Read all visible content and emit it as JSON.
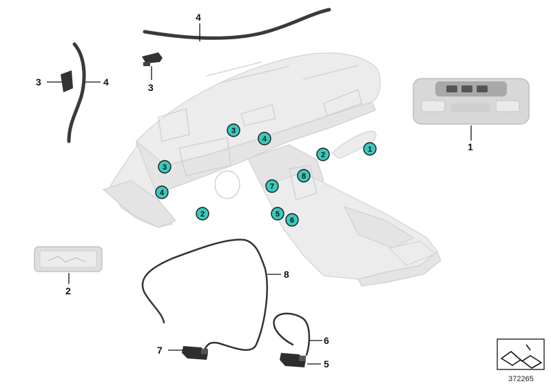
{
  "callouts": {
    "part1": "1",
    "part2": "2",
    "part3_left": "3",
    "part3_center": "3",
    "part4_left": "4",
    "part4_top": "4",
    "part5": "5",
    "part6": "6",
    "part7": "7",
    "part8": "8"
  },
  "markers": {
    "m1": "1",
    "m2_a": "2",
    "m2_b": "2",
    "m3_a": "3",
    "m3_b": "3",
    "m4_a": "4",
    "m4_b": "4",
    "m5": "5",
    "m6": "6",
    "m7": "7",
    "m8": "8"
  },
  "reference_number": "372265",
  "colors": {
    "marker_fill": "#39c9bd",
    "ghost_fill": "#ececec",
    "part_dark": "#333333"
  }
}
